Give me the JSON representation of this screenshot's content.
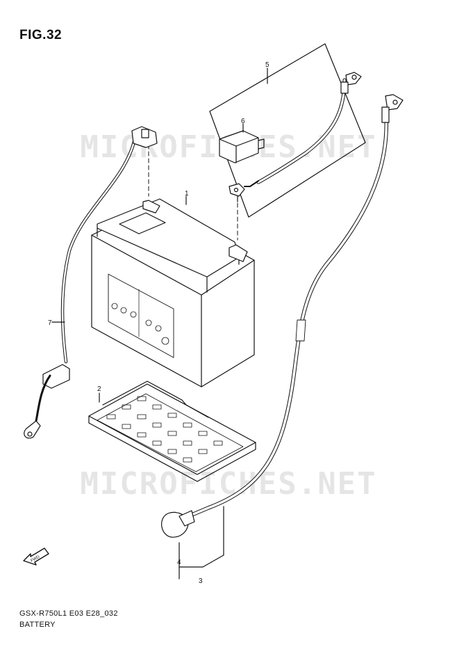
{
  "figure": {
    "title": "FIG.32"
  },
  "footer": {
    "model_code": "GSX-R750L1 E03 E28_032",
    "section": "BATTERY"
  },
  "watermark": {
    "text": "MICROFICHES.NET"
  },
  "callouts": {
    "battery": "1",
    "battery_tray": "2",
    "minus_lead": "3",
    "minus_lead_cap": "4",
    "starter_relay_lead": "5",
    "terminal_cover": "6",
    "plus_lead": "7"
  },
  "fwd_icon": {
    "icon": "fwd-arrow-icon",
    "label": "FWD"
  }
}
